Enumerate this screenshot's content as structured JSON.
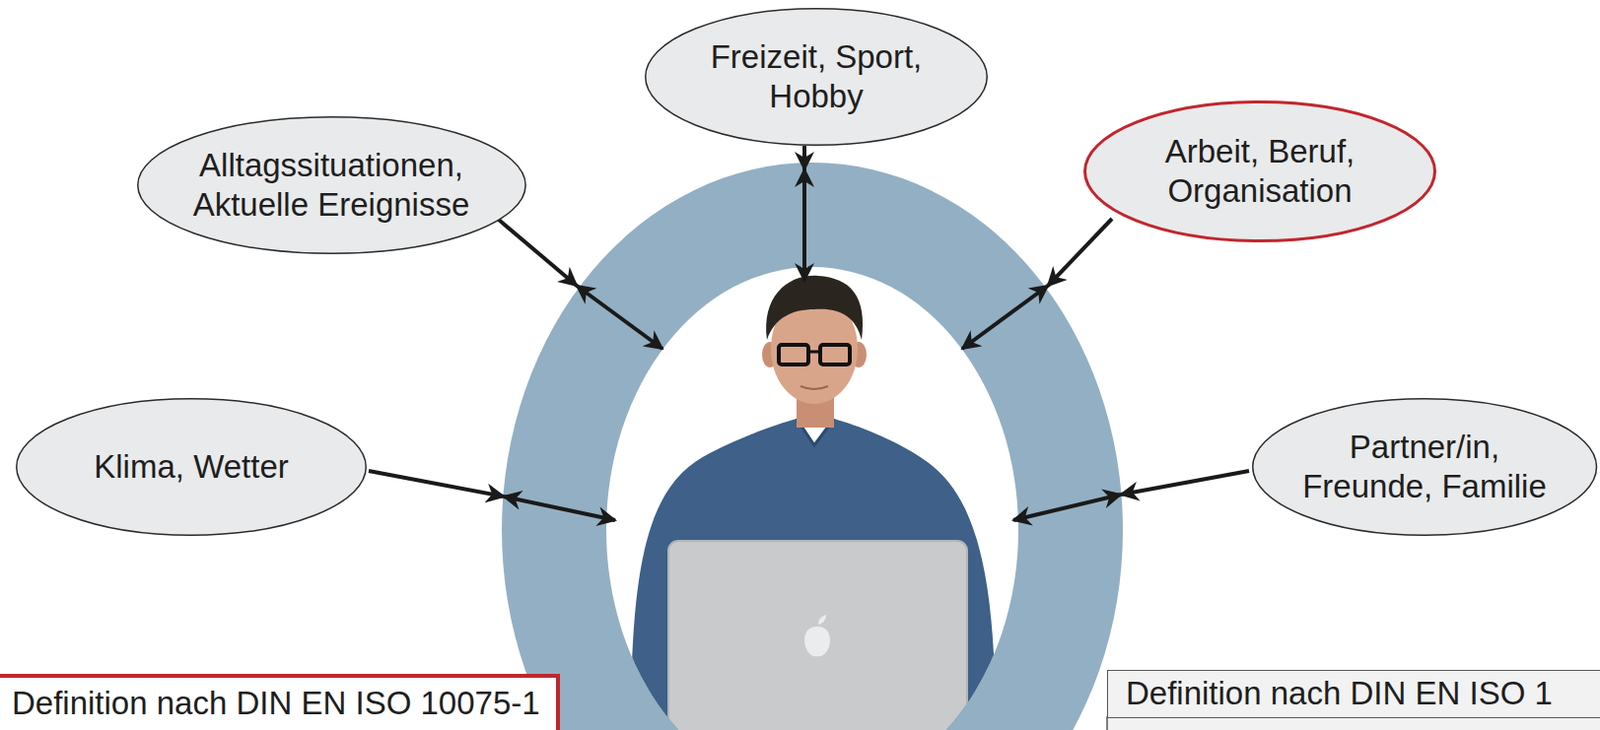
{
  "diagram": {
    "nodes": [
      {
        "text": [
          "Freizeit, Sport, Hobby"
        ]
      },
      {
        "text": [
          "Alltagssituationen, Aktuelle Ereignisse"
        ]
      },
      {
        "text": [
          "Arbeit, Beruf, Organisation"
        ]
      },
      {
        "text": [
          "Klima, Wetter"
        ]
      },
      {
        "text": [
          "Partner/in, Freunde, Familie"
        ]
      },
      {
        "text": [
          "Definition nach DIN EN ISO 10075-1"
        ]
      },
      {
        "text": [
          "Definition nach DIN EN ISO 1"
        ]
      }
    ]
  }
}
